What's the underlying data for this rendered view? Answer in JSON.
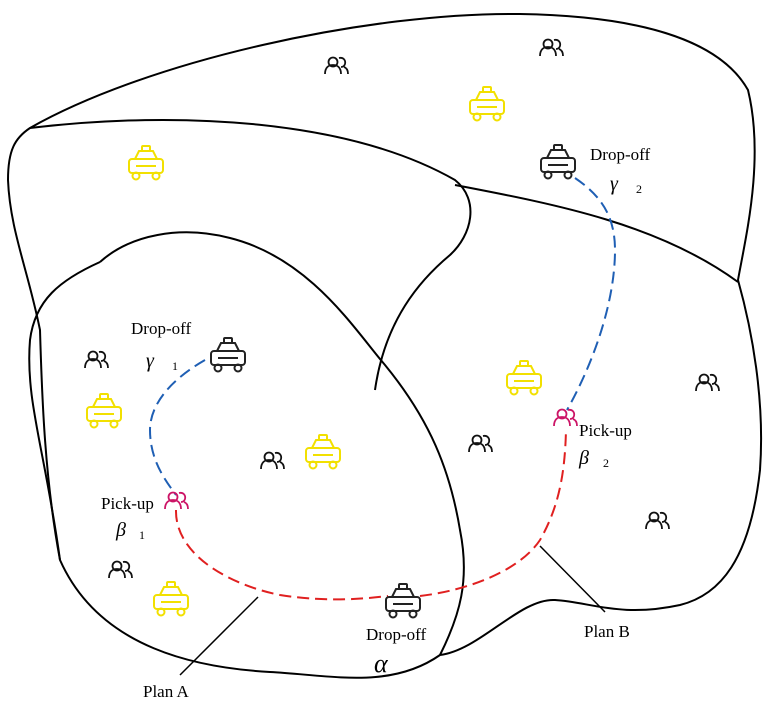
{
  "colors": {
    "outline": "#000000",
    "taxi_idle": "#f2e000",
    "taxi_active": "#222222",
    "passenger": "#111111",
    "passenger_highlight": "#cc1466",
    "route_blue": "#1f5fb4",
    "route_red": "#e02020"
  },
  "labels": {
    "dropoff_gamma1": "Drop-off",
    "gamma1_symbol": "γ",
    "gamma1_sub": "1",
    "dropoff_gamma2": "Drop-off",
    "gamma2_symbol": "γ",
    "gamma2_sub": "2",
    "pickup_beta1": "Pick-up",
    "beta1_symbol": "β",
    "beta1_sub": "1",
    "pickup_beta2": "Pick-up",
    "beta2_symbol": "β",
    "beta2_sub": "2",
    "dropoff_alpha": "Drop-off",
    "alpha_symbol": "α",
    "plan_a": "Plan A",
    "plan_b": "Plan B"
  },
  "icons": {
    "taxi": "taxi-icon",
    "passenger": "passenger-icon"
  }
}
